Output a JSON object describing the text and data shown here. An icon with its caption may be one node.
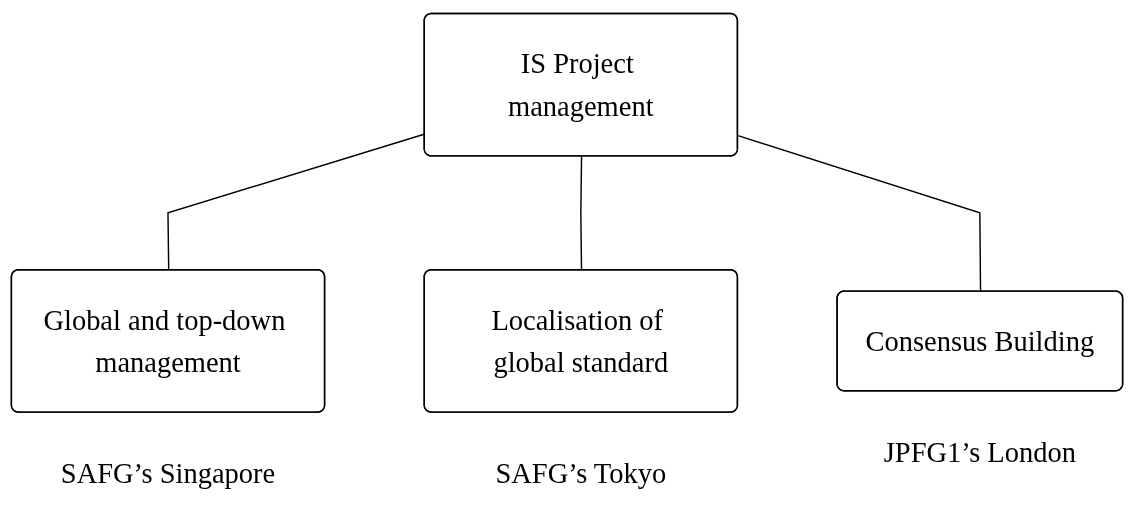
{
  "diagram": {
    "nodes": [
      {
        "text": [
          "IS Project management"
        ]
      },
      {
        "text": [
          "Global and top-down management"
        ],
        "beside": [
          "SAFG’s Singapore"
        ]
      },
      {
        "text": [
          "Localisation of global standard"
        ],
        "beside": [
          "SAFG’s Tokyo"
        ]
      },
      {
        "text": [
          "Consensus Building"
        ],
        "beside": [
          "JPFG1’s London"
        ]
      }
    ],
    "edges": [
      {
        "from": 0,
        "to": 1,
        "arrow": "none"
      },
      {
        "from": 0,
        "to": 2,
        "arrow": "none"
      },
      {
        "from": 0,
        "to": 3,
        "arrow": "none"
      }
    ]
  }
}
